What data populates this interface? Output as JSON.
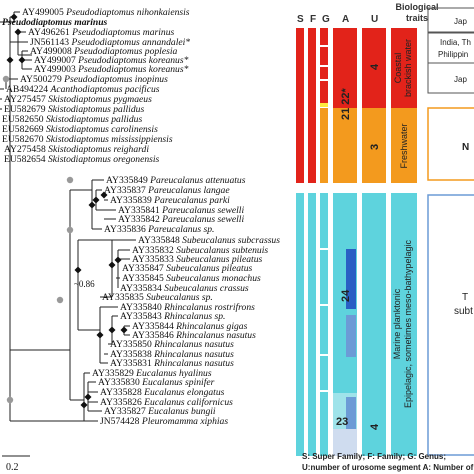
{
  "tree": {
    "taxa": [
      {
        "acc": "AY499005",
        "name": "Pseudodiaptomus nihonkaiensis",
        "bold": false
      },
      {
        "acc": "",
        "name": "Pseudodiaptomus marinus",
        "bold": true
      },
      {
        "acc": "AY496261",
        "name": "Pseudodiaptomus marinus",
        "bold": false
      },
      {
        "acc": "JN561143",
        "name": "Pseudodiaptomus annandalei*",
        "bold": false
      },
      {
        "acc": "AY499008",
        "name": "Pseudodiaptomus poplesia",
        "bold": false
      },
      {
        "acc": "AY499007",
        "name": "Pseudodiaptomus koreanus*",
        "bold": false
      },
      {
        "acc": "AY499003",
        "name": "Pseudodiaptomus koreanus*",
        "bold": false
      },
      {
        "acc": "AY500279",
        "name": "Pseudodiaptomus inopinus",
        "bold": false
      },
      {
        "acc": "AB494224",
        "name": "Acanthodiaptomus pacificus",
        "bold": false
      },
      {
        "acc": "AY275457",
        "name": "Skistodiaptomus pygmaeus",
        "bold": false
      },
      {
        "acc": "EU582679",
        "name": "Skistodiaptomus pallidus",
        "bold": false
      },
      {
        "acc": "EU582650",
        "name": "Skistodiaptomus pallidus",
        "bold": false
      },
      {
        "acc": "EU582669",
        "name": "Skistodiaptomus carolinensis",
        "bold": false
      },
      {
        "acc": "EU582670",
        "name": "Skistodiaptomus mississippiensis",
        "bold": false
      },
      {
        "acc": "AY275458",
        "name": "Skistodiaptomus reighardi",
        "bold": false
      },
      {
        "acc": "EU582654",
        "name": "Skistodiaptomus oregonensis",
        "bold": false
      },
      {
        "acc": "AY335849",
        "name": "Pareucalanus attenuatus",
        "bold": false
      },
      {
        "acc": "AY335837",
        "name": "Pareucalanus langae",
        "bold": false
      },
      {
        "acc": "AY335839",
        "name": "Pareucalanus parki",
        "bold": false
      },
      {
        "acc": "AY335841",
        "name": "Pareucalanus sewelli",
        "bold": false
      },
      {
        "acc": "AY335842",
        "name": "Pareucalanus sewelli",
        "bold": false
      },
      {
        "acc": "AY335836",
        "name": "Pareucalanus sp.",
        "bold": false
      },
      {
        "acc": "AY335848",
        "name": "Subeucalanus subcrassus",
        "bold": false
      },
      {
        "acc": "AY335832",
        "name": "Subeucalanus subtenuis",
        "bold": false
      },
      {
        "acc": "AY335833",
        "name": "Subeucalanus pileatus",
        "bold": false
      },
      {
        "acc": "AY335847",
        "name": "Subeucalanus pileatus",
        "bold": false
      },
      {
        "acc": "AY335845",
        "name": "Subeucalanus monachus",
        "bold": false
      },
      {
        "acc": "AY335834",
        "name": "Subeucalanus crassus",
        "bold": false
      },
      {
        "acc": "AY335835",
        "name": "Subeucalanus sp.",
        "bold": false
      },
      {
        "acc": "AY335840",
        "name": "Rhincalanus rostrifrons",
        "bold": false
      },
      {
        "acc": "AY335843",
        "name": "Rhincalanus sp.",
        "bold": false
      },
      {
        "acc": "AY335844",
        "name": "Rhincalanus gigas",
        "bold": false
      },
      {
        "acc": "AY335846",
        "name": "Rhincalanus nasutus",
        "bold": false
      },
      {
        "acc": "AY335850",
        "name": "Rhincalanus nasutus",
        "bold": false
      },
      {
        "acc": "AY335838",
        "name": "Rhincalanus nasutus",
        "bold": false
      },
      {
        "acc": "AY335831",
        "name": "Rhincalanus nasutus",
        "bold": false
      },
      {
        "acc": "AY335829",
        "name": "Eucalanus hyalinus",
        "bold": false
      },
      {
        "acc": "AY335830",
        "name": "Eucalanus spinifer",
        "bold": false
      },
      {
        "acc": "AY335828",
        "name": "Eucalanus elongatus",
        "bold": false
      },
      {
        "acc": "AY335826",
        "name": "Eucalanus californicus",
        "bold": false
      },
      {
        "acc": "AY335827",
        "name": "Eucalanus bungii",
        "bold": false
      },
      {
        "acc": "JN574428",
        "name": "Pleuromamma xiphias",
        "bold": false
      }
    ],
    "support_label": "~0.86",
    "scale_label": "0.2"
  },
  "columns": {
    "S": "S",
    "F": "F",
    "G": "G",
    "A": "A",
    "U": "U",
    "bio": "Biological traits"
  },
  "blocks": {
    "a_top": "21 22*",
    "a_mid": "24",
    "a_bot": "23",
    "u_coastal": "4",
    "u_fresh": "3",
    "u_marine": "4",
    "bio_coastal_1": "Coastal",
    "bio_coastal_2": "brackish water",
    "bio_fresh": "Freshwater",
    "bio_marine_1": "Marine planktonic",
    "bio_marine_2": "Epipelagic, sometimes meso-bathypelagic"
  },
  "right_edge": {
    "r1": "Jap",
    "r2": "India, Th",
    "r3": "Philippin",
    "r4": "Jap",
    "r5": "N",
    "r6": "T",
    "r7": "subt"
  },
  "legend": {
    "line1": "S: Super Family; F: Family; G: Genus;",
    "line2": "U:number of urosome segment  A: Number of"
  },
  "colors": {
    "red": "#e2231a",
    "orange": "#f39a1e",
    "cyan": "#5ed3dd",
    "cyan_light": "#9fe3ea",
    "blue_mid": "#6c9bd6",
    "blue_dark": "#2a5fc4",
    "blue_pale": "#cfdcef",
    "yellow": "#ffec3d"
  }
}
